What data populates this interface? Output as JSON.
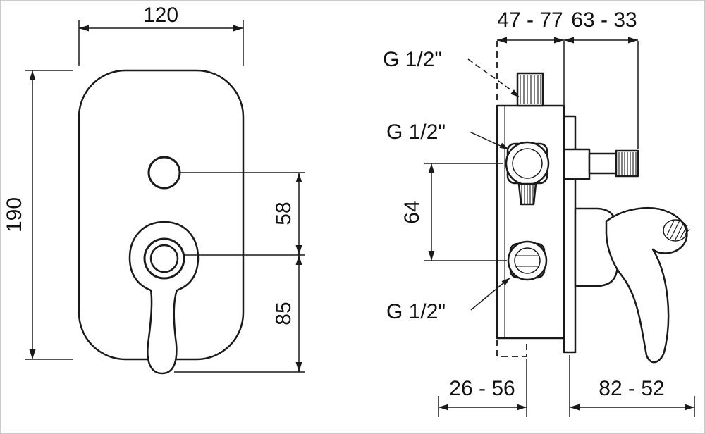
{
  "front_view": {
    "dims": {
      "width": "120",
      "height": "190",
      "button_to_handle": "58",
      "handle_to_tip": "85"
    }
  },
  "side_view": {
    "dims": {
      "top_left_range": "47 - 77",
      "top_right_range": "63 - 33",
      "port_spacing": "64",
      "bottom_left_range": "26 - 56",
      "bottom_right_range": "82 - 52"
    },
    "labels": {
      "thread_top": "G 1/2\"",
      "thread_mid": "G 1/2\"",
      "thread_bottom": "G 1/2\""
    }
  }
}
